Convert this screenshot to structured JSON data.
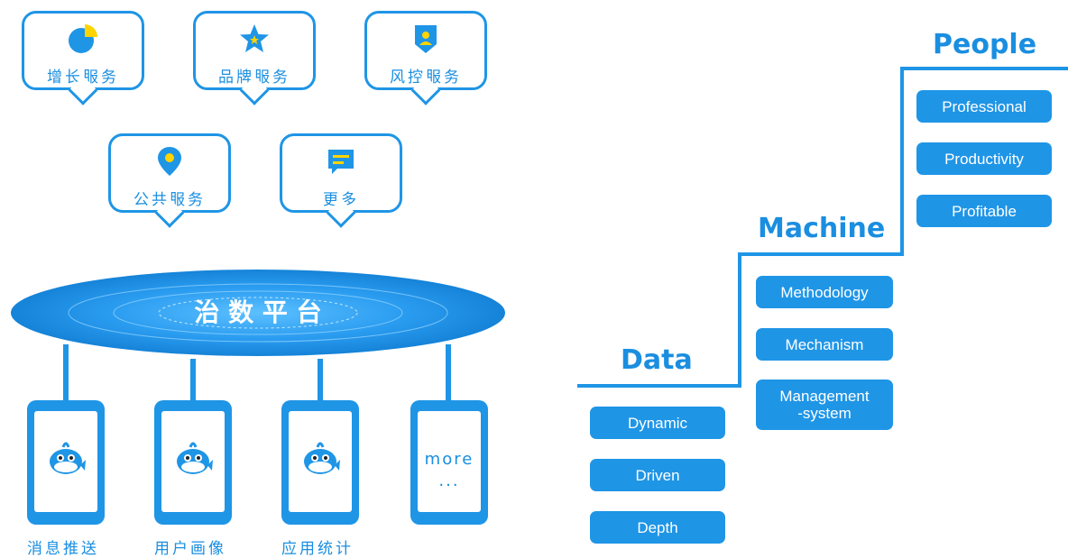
{
  "services": [
    {
      "label": "增长服务",
      "icon": "pie-chart-icon"
    },
    {
      "label": "品牌服务",
      "icon": "star-badge-icon"
    },
    {
      "label": "风控服务",
      "icon": "shield-user-icon"
    },
    {
      "label": "公共服务",
      "icon": "location-pin-icon"
    },
    {
      "label": "更多",
      "icon": "message-icon"
    }
  ],
  "platform": {
    "label": "治 数 平 台"
  },
  "apps": [
    {
      "label": "消息推送"
    },
    {
      "label": "用户画像"
    },
    {
      "label": "应用统计"
    },
    {
      "label": "",
      "more_text": "more",
      "more_dots": "..."
    }
  ],
  "stairs": {
    "data": {
      "heading": "Data",
      "items": [
        "Dynamic",
        "Driven",
        "Depth"
      ]
    },
    "machine": {
      "heading": "Machine",
      "items": [
        "Methodology",
        "Mechanism",
        "Management\n-system"
      ]
    },
    "people": {
      "heading": "People",
      "items": [
        "Professional",
        "Productivity",
        "Profitable"
      ]
    }
  },
  "colors": {
    "accent": "#1f95e6",
    "highlight": "#ffd400"
  }
}
